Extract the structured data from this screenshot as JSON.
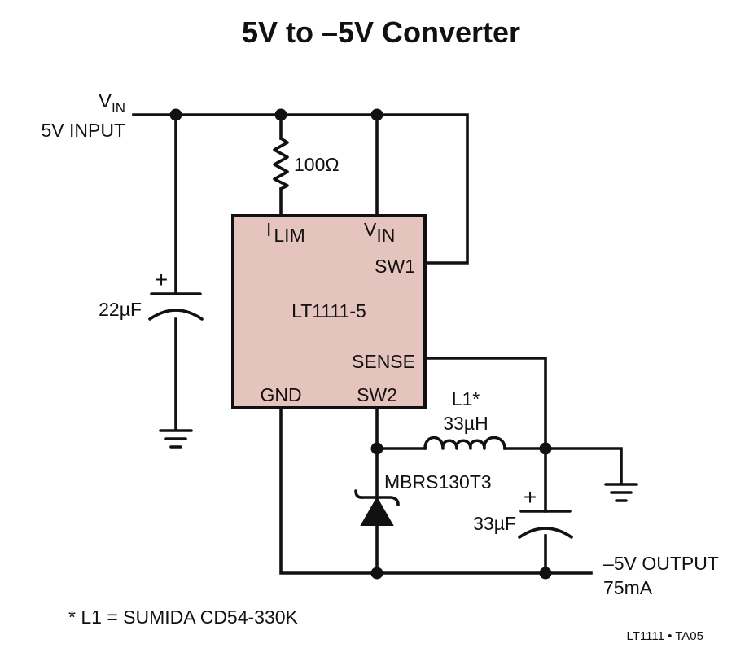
{
  "title": "5V to –5V Converter",
  "chip": {
    "name": "LT1111-5",
    "body_color": "#e6c4be",
    "pins": {
      "ilim": {
        "main": "I",
        "sub": "LIM"
      },
      "vin": {
        "main": "V",
        "sub": "IN"
      },
      "sw1": "SW1",
      "sense": "SENSE",
      "gnd": "GND",
      "sw2": "SW2"
    }
  },
  "input": {
    "label_main": "V",
    "label_sub": "IN",
    "label_2": "5V INPUT"
  },
  "resistor": {
    "value": "100Ω"
  },
  "capacitor_in": {
    "value": "22µF",
    "polarity": "+"
  },
  "inductor": {
    "name": "L1*",
    "value": "33µH"
  },
  "diode": {
    "part": "MBRS130T3"
  },
  "capacitor_out": {
    "value": "33µF",
    "polarity": "+"
  },
  "output": {
    "line1": "–5V OUTPUT",
    "line2": "75mA"
  },
  "footnote": "* L1 = SUMIDA CD54-330K",
  "figure_id": "LT1111 • TA05",
  "icons": [
    "ground-symbol-icon",
    "resistor-symbol-icon",
    "capacitor-symbol-icon",
    "inductor-symbol-icon",
    "schottky-diode-symbol-icon"
  ]
}
